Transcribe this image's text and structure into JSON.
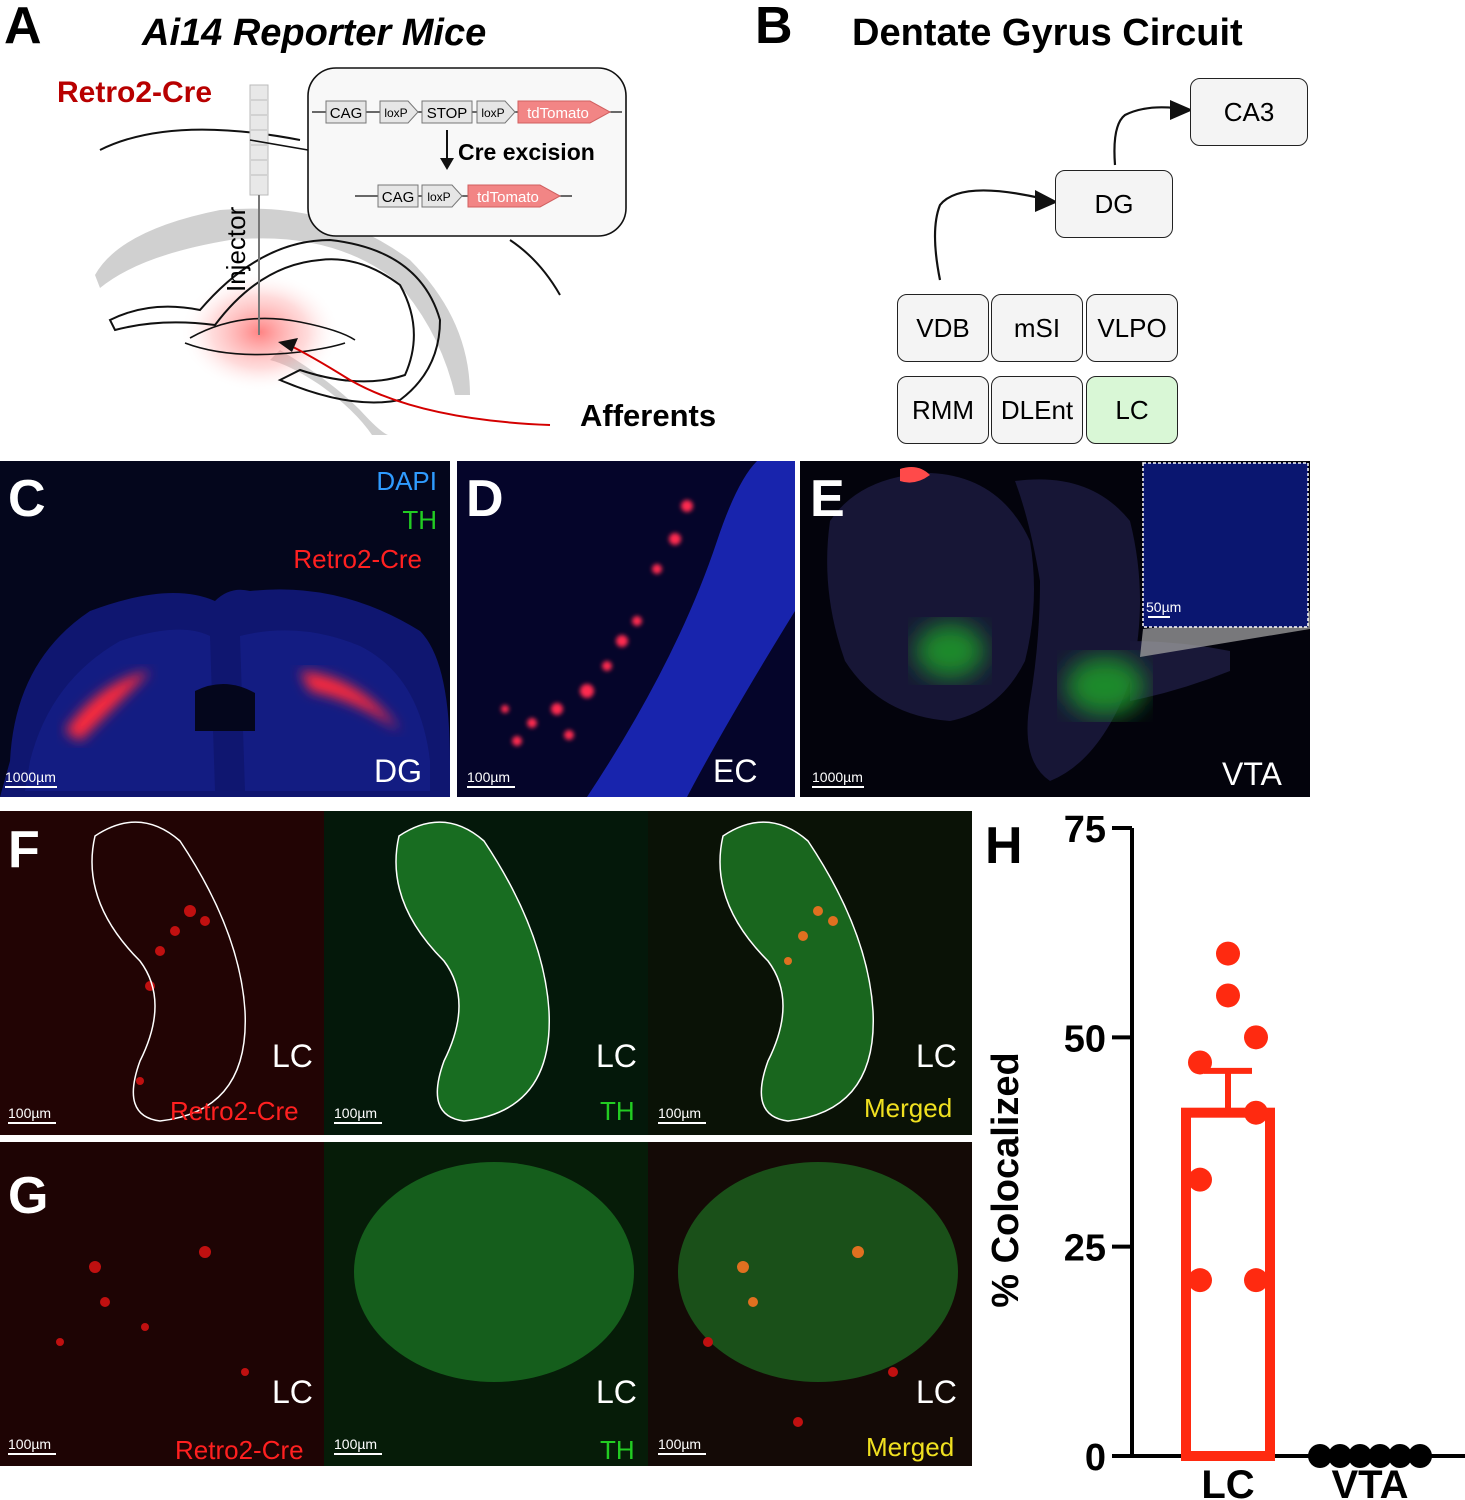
{
  "panelA": {
    "letter": "A",
    "title": "Ai14 Reporter Mice",
    "virus": "Retro2-Cre",
    "injector": "Injector",
    "afferents": "Afferents",
    "construct_top": [
      "CAG",
      "loxP",
      "STOP",
      "loxP",
      "tdTomato"
    ],
    "excision": "Cre excision",
    "construct_bottom": [
      "CAG",
      "loxP",
      "tdTomato"
    ]
  },
  "panelB": {
    "letter": "B",
    "title": "Dentate Gyrus Circuit",
    "top_nodes": [
      "CA3",
      "DG"
    ],
    "regions": [
      "VDB",
      "mSI",
      "VLPO",
      "RMM",
      "DLEnt",
      "LC"
    ],
    "highlight_color": "#d9f7d6"
  },
  "panelC": {
    "letter": "C",
    "legend": [
      "DAPI",
      "TH",
      "Retro2-Cre"
    ],
    "legend_colors": [
      "#2f9bff",
      "#22cc22",
      "#ff2020"
    ],
    "region": "DG",
    "scale": "1000µm"
  },
  "panelD": {
    "letter": "D",
    "region": "EC",
    "scale": "100µm"
  },
  "panelE": {
    "letter": "E",
    "region": "VTA",
    "scale": "1000µm",
    "inset_scale": "50µm"
  },
  "panelF": {
    "letter": "F",
    "tiles": [
      {
        "region": "LC",
        "channel": "Retro2-Cre",
        "channel_color": "#ff2020",
        "scale": "100µm"
      },
      {
        "region": "LC",
        "channel": "TH",
        "channel_color": "#22cc22",
        "scale": "100µm"
      },
      {
        "region": "LC",
        "channel": "Merged",
        "channel_color": "#f0e020",
        "scale": "100µm"
      }
    ]
  },
  "panelG": {
    "letter": "G",
    "tiles": [
      {
        "region": "LC",
        "channel": "Retro2-Cre",
        "channel_color": "#ff2020",
        "scale": "100µm"
      },
      {
        "region": "LC",
        "channel": "TH",
        "channel_color": "#22cc22",
        "scale": "100µm"
      },
      {
        "region": "LC",
        "channel": "Merged",
        "channel_color": "#f0e020",
        "scale": "100µm"
      }
    ]
  },
  "panelH": {
    "letter": "H"
  },
  "chart_data": {
    "type": "bar",
    "categories": [
      "LC",
      "VTA"
    ],
    "ylabel": "% Colocalized",
    "ylim": [
      0,
      75
    ],
    "yticks": [
      0,
      25,
      50,
      75
    ],
    "bar_means": [
      41,
      0
    ],
    "error_upper": [
      46,
      0
    ],
    "points": [
      [
        60,
        55,
        50,
        47,
        41,
        33,
        21,
        21
      ],
      [
        0,
        0,
        0,
        0,
        0,
        0
      ]
    ],
    "colors": [
      "#ff2a10",
      "#000000"
    ]
  }
}
